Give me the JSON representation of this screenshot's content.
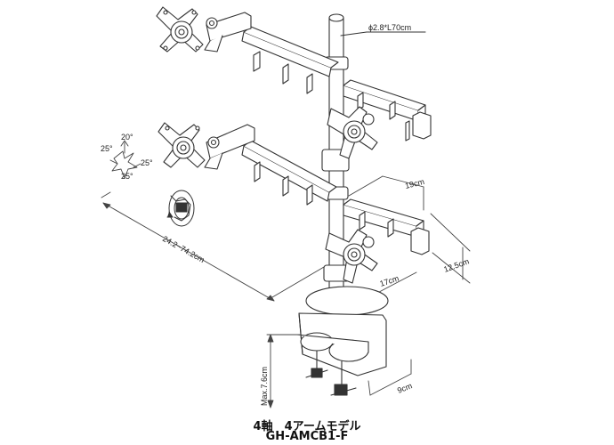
{
  "labels": {
    "pole": "ϕ2.8*L70cm",
    "angle_top": "20°",
    "angle_left": "25°",
    "angle_right": "25°",
    "angle_bottom": "25°",
    "span": "24.2~74.2cm",
    "arm_long": "19cm",
    "arm_short": "17cm",
    "vesa_height": "12.5cm",
    "clamp_height": "Max.7.6cm",
    "clamp_depth": "9cm"
  },
  "caption": {
    "line1": "4軸　4アームモデル",
    "line2": "GH-AMCB1-F"
  }
}
